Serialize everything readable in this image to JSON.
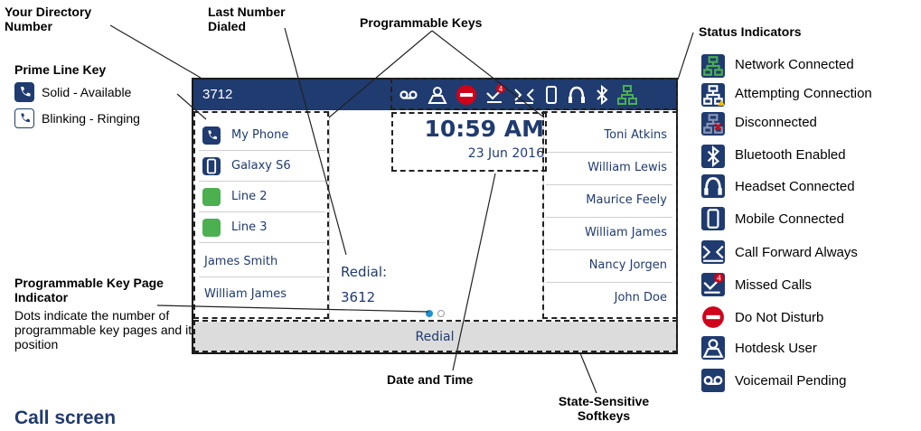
{
  "callouts": {
    "dir_number": "Your Directory Number",
    "last_number": "Last Number Dialed",
    "prog_keys": "Programmable Keys",
    "status_indicators": "Status Indicators",
    "prime_line": "Prime Line Key",
    "solid": "Solid - Available",
    "blinking": "Blinking - Ringing",
    "page_indicator_title": "Programmable Key Page Indicator",
    "page_indicator_desc": "Dots indicate the number of programmable key pages and its relative position",
    "date_time": "Date and Time",
    "softkeys": "State-Sensitive Softkeys"
  },
  "section_title": "Call screen",
  "phone": {
    "directory_number": "3712",
    "time": "10:59 AM",
    "date": "23 Jun 2016",
    "left_keys": [
      "My Phone",
      "Galaxy S6",
      "Line 2",
      "Line 3",
      "James Smith",
      "William James"
    ],
    "right_keys": [
      "Toni Atkins",
      "William Lewis",
      "Maurice Feely",
      "William James",
      "Nancy Jorgen",
      "John Doe"
    ],
    "redial_label": "Redial:",
    "redial_number": "3612",
    "softkey": "Redial",
    "missed_count": "4"
  },
  "legend": [
    "Network Connected",
    "Attempting Connection",
    "Disconnected",
    "Bluetooth Enabled",
    "Headset Connected",
    "Mobile Connected",
    "Call Forward Always",
    "Missed Calls",
    "Do Not Disturb",
    "Hotdesk User",
    "Voicemail Pending"
  ],
  "colors": {
    "bar": "#1f3b70",
    "line_green": "#4caf50",
    "dnd_red": "#d0021b",
    "softkey_bg": "#dcdcdc"
  }
}
